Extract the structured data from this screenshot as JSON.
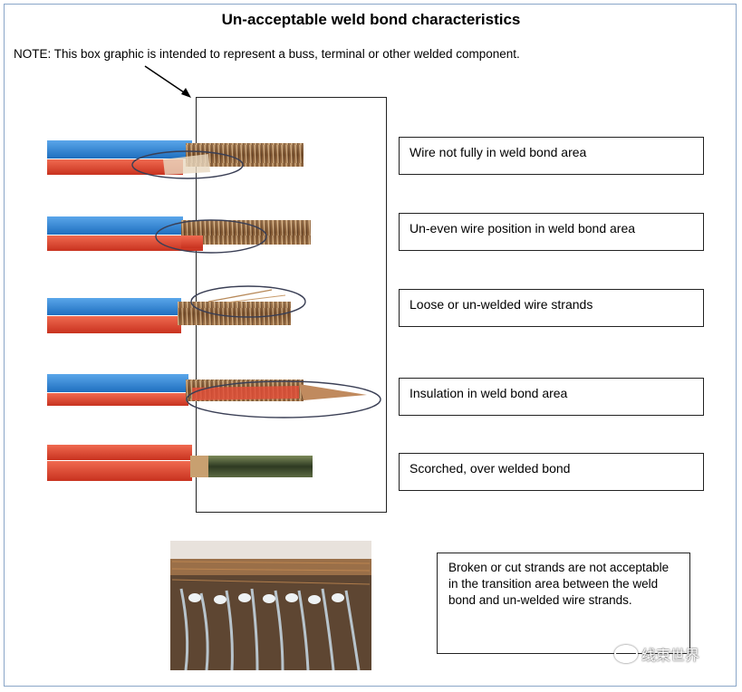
{
  "title": "Un-acceptable weld bond characteristics",
  "note": "NOTE:  This box graphic is intended to represent a buss, terminal or other welded component.",
  "labels": [
    "Wire not fully in weld bond area",
    "Un-even wire position in weld bond area",
    "Loose or un-welded wire strands",
    "Insulation in weld bond area",
    "Scorched, over welded bond"
  ],
  "broken_strands_text": "Broken or cut strands are not acceptable in the transition area between the weld bond and un-welded wire strands.",
  "watermark": "线束世界",
  "colors": {
    "blue_insulation": "#2f86d6",
    "red_insulation": "#e2432c",
    "copper": "#9a6a3c",
    "frame_border": "#8aa6c8"
  }
}
